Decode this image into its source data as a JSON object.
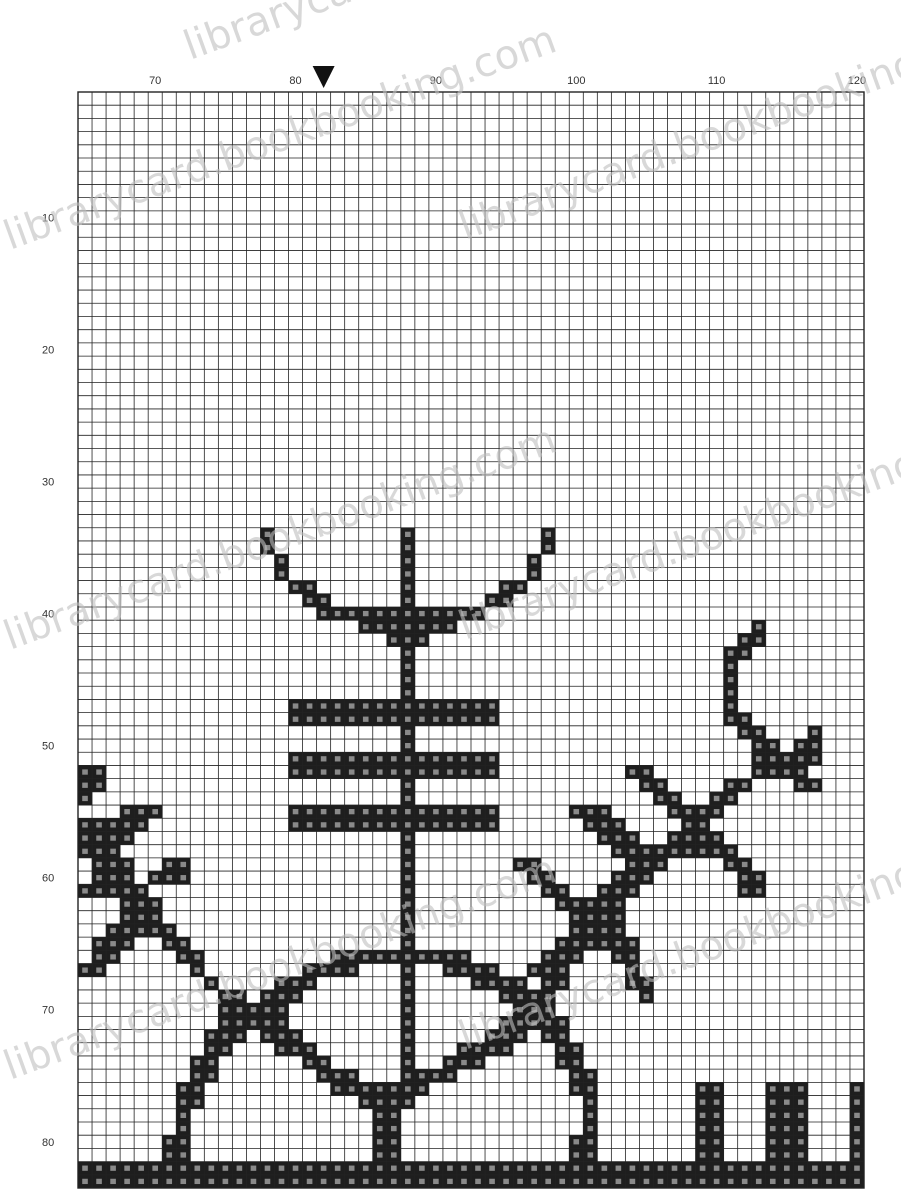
{
  "chart_data": {
    "type": "cross-stitch-chart",
    "x_tick_labels": [
      "70",
      "80",
      "90",
      "100",
      "110",
      "120"
    ],
    "x_ticks": [
      70,
      80,
      90,
      100,
      110,
      120
    ],
    "y_tick_labels": [
      "10",
      "20",
      "30",
      "40",
      "50",
      "60",
      "70",
      "80"
    ],
    "y_ticks": [
      10,
      20,
      30,
      40,
      50,
      60,
      70,
      80
    ],
    "x_range": [
      65,
      120
    ],
    "y_range": [
      1,
      83
    ],
    "center_marker": {
      "symbol": "▼",
      "column": 82
    },
    "colors": {
      "grid": "#222222",
      "filled": "#1e1e1e",
      "background": "#ffffff",
      "watermark": "#bfbfbf"
    },
    "filled_segments": [
      [
        34,
        78,
        78
      ],
      [
        34,
        88,
        88
      ],
      [
        34,
        98,
        98
      ],
      [
        35,
        78,
        78
      ],
      [
        35,
        88,
        88
      ],
      [
        35,
        98,
        98
      ],
      [
        36,
        79,
        79
      ],
      [
        36,
        88,
        88
      ],
      [
        36,
        97,
        97
      ],
      [
        37,
        79,
        79
      ],
      [
        37,
        88,
        88
      ],
      [
        37,
        97,
        97
      ],
      [
        38,
        80,
        81
      ],
      [
        38,
        88,
        88
      ],
      [
        38,
        95,
        96
      ],
      [
        39,
        81,
        82
      ],
      [
        39,
        88,
        88
      ],
      [
        39,
        94,
        95
      ],
      [
        40,
        82,
        88
      ],
      [
        40,
        88,
        93
      ],
      [
        41,
        85,
        91
      ],
      [
        41,
        113,
        113
      ],
      [
        42,
        87,
        89
      ],
      [
        42,
        112,
        113
      ],
      [
        43,
        88,
        88
      ],
      [
        43,
        111,
        112
      ],
      [
        44,
        88,
        88
      ],
      [
        44,
        111,
        111
      ],
      [
        45,
        88,
        88
      ],
      [
        45,
        111,
        111
      ],
      [
        46,
        88,
        88
      ],
      [
        46,
        111,
        111
      ],
      [
        47,
        80,
        94
      ],
      [
        47,
        111,
        111
      ],
      [
        48,
        80,
        94
      ],
      [
        48,
        111,
        112
      ],
      [
        49,
        88,
        88
      ],
      [
        49,
        112,
        113
      ],
      [
        49,
        117,
        117
      ],
      [
        50,
        88,
        88
      ],
      [
        50,
        113,
        114
      ],
      [
        50,
        116,
        117
      ],
      [
        51,
        80,
        94
      ],
      [
        51,
        113,
        117
      ],
      [
        52,
        65,
        66
      ],
      [
        52,
        80,
        94
      ],
      [
        52,
        104,
        105
      ],
      [
        52,
        113,
        116
      ],
      [
        53,
        65,
        66
      ],
      [
        53,
        88,
        88
      ],
      [
        53,
        105,
        106
      ],
      [
        53,
        111,
        112
      ],
      [
        53,
        116,
        117
      ],
      [
        54,
        65,
        65
      ],
      [
        54,
        88,
        88
      ],
      [
        54,
        106,
        107
      ],
      [
        54,
        110,
        111
      ],
      [
        55,
        68,
        70
      ],
      [
        55,
        80,
        94
      ],
      [
        55,
        100,
        102
      ],
      [
        55,
        107,
        110
      ],
      [
        56,
        65,
        66
      ],
      [
        56,
        67,
        69
      ],
      [
        56,
        80,
        94
      ],
      [
        56,
        101,
        103
      ],
      [
        56,
        108,
        109
      ],
      [
        57,
        65,
        68
      ],
      [
        57,
        88,
        88
      ],
      [
        57,
        102,
        104
      ],
      [
        57,
        107,
        110
      ],
      [
        58,
        65,
        67
      ],
      [
        58,
        88,
        88
      ],
      [
        58,
        103,
        105
      ],
      [
        58,
        106,
        111
      ],
      [
        59,
        66,
        68
      ],
      [
        59,
        71,
        72
      ],
      [
        59,
        88,
        88
      ],
      [
        59,
        96,
        97
      ],
      [
        59,
        104,
        106
      ],
      [
        59,
        111,
        112
      ],
      [
        60,
        66,
        68
      ],
      [
        60,
        70,
        72
      ],
      [
        60,
        88,
        88
      ],
      [
        60,
        97,
        98
      ],
      [
        60,
        103,
        105
      ],
      [
        60,
        112,
        113
      ],
      [
        61,
        65,
        66
      ],
      [
        61,
        67,
        69
      ],
      [
        61,
        88,
        88
      ],
      [
        61,
        98,
        99
      ],
      [
        61,
        102,
        104
      ],
      [
        61,
        112,
        113
      ],
      [
        62,
        68,
        70
      ],
      [
        62,
        88,
        88
      ],
      [
        62,
        99,
        103
      ],
      [
        63,
        68,
        70
      ],
      [
        63,
        88,
        88
      ],
      [
        63,
        100,
        103
      ],
      [
        64,
        67,
        69
      ],
      [
        64,
        70,
        71
      ],
      [
        64,
        88,
        88
      ],
      [
        64,
        100,
        103
      ],
      [
        65,
        66,
        68
      ],
      [
        65,
        71,
        72
      ],
      [
        65,
        88,
        88
      ],
      [
        65,
        99,
        101
      ],
      [
        65,
        102,
        104
      ],
      [
        66,
        66,
        67
      ],
      [
        66,
        72,
        73
      ],
      [
        66,
        83,
        92
      ],
      [
        66,
        98,
        100
      ],
      [
        66,
        103,
        104
      ],
      [
        67,
        65,
        66
      ],
      [
        67,
        73,
        73
      ],
      [
        67,
        81,
        84
      ],
      [
        67,
        88,
        88
      ],
      [
        67,
        91,
        94
      ],
      [
        67,
        97,
        99
      ],
      [
        67,
        104,
        104
      ],
      [
        68,
        74,
        74
      ],
      [
        68,
        79,
        81
      ],
      [
        68,
        88,
        88
      ],
      [
        68,
        93,
        96
      ],
      [
        68,
        98,
        99
      ],
      [
        68,
        104,
        105
      ],
      [
        69,
        75,
        76
      ],
      [
        69,
        78,
        80
      ],
      [
        69,
        88,
        88
      ],
      [
        69,
        95,
        98
      ],
      [
        69,
        105,
        105
      ],
      [
        70,
        75,
        79
      ],
      [
        70,
        88,
        88
      ],
      [
        70,
        96,
        98
      ],
      [
        71,
        75,
        79
      ],
      [
        71,
        88,
        88
      ],
      [
        71,
        95,
        99
      ],
      [
        72,
        74,
        76
      ],
      [
        72,
        78,
        80
      ],
      [
        72,
        88,
        88
      ],
      [
        72,
        94,
        96
      ],
      [
        72,
        98,
        99
      ],
      [
        73,
        74,
        75
      ],
      [
        73,
        79,
        81
      ],
      [
        73,
        88,
        88
      ],
      [
        73,
        92,
        95
      ],
      [
        73,
        99,
        100
      ],
      [
        74,
        73,
        74
      ],
      [
        74,
        81,
        82
      ],
      [
        74,
        88,
        88
      ],
      [
        74,
        91,
        93
      ],
      [
        74,
        99,
        100
      ],
      [
        75,
        73,
        74
      ],
      [
        75,
        82,
        84
      ],
      [
        75,
        88,
        88
      ],
      [
        75,
        89,
        91
      ],
      [
        75,
        100,
        101
      ],
      [
        76,
        72,
        73
      ],
      [
        76,
        83,
        89
      ],
      [
        76,
        100,
        101
      ],
      [
        76,
        109,
        110
      ],
      [
        76,
        114,
        116
      ],
      [
        76,
        120,
        120
      ],
      [
        77,
        72,
        73
      ],
      [
        77,
        85,
        88
      ],
      [
        77,
        101,
        101
      ],
      [
        77,
        109,
        110
      ],
      [
        77,
        114,
        116
      ],
      [
        77,
        120,
        120
      ],
      [
        78,
        72,
        72
      ],
      [
        78,
        86,
        87
      ],
      [
        78,
        101,
        101
      ],
      [
        78,
        109,
        110
      ],
      [
        78,
        114,
        116
      ],
      [
        78,
        120,
        120
      ],
      [
        79,
        72,
        72
      ],
      [
        79,
        86,
        87
      ],
      [
        79,
        101,
        101
      ],
      [
        79,
        109,
        110
      ],
      [
        79,
        114,
        116
      ],
      [
        79,
        120,
        120
      ],
      [
        80,
        71,
        72
      ],
      [
        80,
        86,
        87
      ],
      [
        80,
        100,
        101
      ],
      [
        80,
        109,
        110
      ],
      [
        80,
        114,
        116
      ],
      [
        80,
        120,
        120
      ],
      [
        81,
        71,
        72
      ],
      [
        81,
        86,
        87
      ],
      [
        81,
        100,
        101
      ],
      [
        81,
        109,
        110
      ],
      [
        81,
        114,
        116
      ],
      [
        81,
        120,
        120
      ],
      [
        82,
        65,
        120
      ],
      [
        83,
        65,
        120
      ]
    ],
    "watermarks": [
      "librarycard.bookbooking.com",
      "librarycard.bookbooking.com",
      "librarycard.bookbooking.com",
      "librarycard.bookbooking.com",
      "librarycard.bookbooking.com",
      "librarycard.bookbooking.com",
      "librarycard.bookbooking.com"
    ]
  }
}
